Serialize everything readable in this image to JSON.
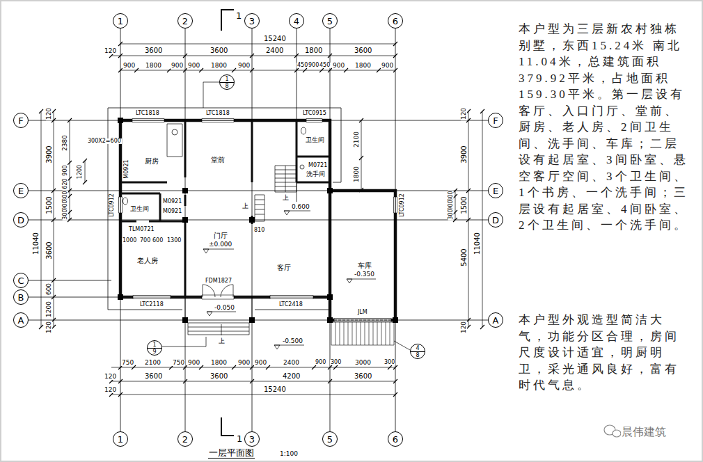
{
  "diagram": {
    "title": "一层平面图",
    "nodes": [
      {
        "text": [
          "1"
        ]
      },
      {
        "text": [
          "2"
        ]
      },
      {
        "text": [
          "3"
        ]
      },
      {
        "text": [
          "4"
        ]
      },
      {
        "text": [
          "5"
        ]
      },
      {
        "text": [
          "6"
        ]
      },
      {
        "text": [
          "1",
          "8"
        ]
      },
      {
        "text": [
          "厨房"
        ]
      },
      {
        "text": [
          "堂前"
        ]
      },
      {
        "text": [
          "卫生间"
        ]
      },
      {
        "text": [
          "洗手间"
        ]
      },
      {
        "text": [
          "卫生间"
        ]
      },
      {
        "text": [
          "老人房"
        ]
      },
      {
        "text": [
          "门厅",
          "±0.000"
        ]
      },
      {
        "text": [
          "客厅"
        ]
      },
      {
        "text": [
          "车库",
          "-0.350"
        ]
      },
      {
        "text": [
          "F"
        ]
      },
      {
        "text": [
          "E"
        ]
      },
      {
        "text": [
          "D"
        ]
      },
      {
        "text": [
          "C"
        ]
      },
      {
        "text": [
          "B"
        ]
      },
      {
        "text": [
          "A"
        ]
      },
      {
        "text": [
          "F"
        ]
      },
      {
        "text": [
          "E"
        ]
      },
      {
        "text": [
          "D"
        ]
      },
      {
        "text": [
          "A"
        ]
      },
      {
        "text": [
          "1",
          "9"
        ]
      },
      {
        "text": [
          "4",
          "8"
        ]
      },
      {
        "text": [
          "1"
        ]
      },
      {
        "text": [
          "2"
        ]
      },
      {
        "text": [
          "3"
        ]
      },
      {
        "text": [
          "5"
        ]
      },
      {
        "text": [
          "6"
        ]
      }
    ],
    "edges": [
      {
        "from": 0,
        "to": 28,
        "arrow": "none"
      },
      {
        "from": 1,
        "to": 29,
        "arrow": "none"
      },
      {
        "from": 2,
        "to": 30,
        "arrow": "none"
      },
      {
        "from": 4,
        "to": 31,
        "arrow": "none"
      },
      {
        "from": 5,
        "to": 32,
        "arrow": "none"
      },
      {
        "from": 16,
        "to": 22,
        "arrow": "none"
      },
      {
        "from": 17,
        "to": 23,
        "arrow": "none"
      },
      {
        "from": 18,
        "to": 24,
        "arrow": "none"
      },
      {
        "from": 21,
        "to": 25,
        "arrow": "none"
      }
    ],
    "labels": [
      "15240",
      "120",
      "3600",
      "3600",
      "2400",
      "1800",
      "3600",
      "900",
      "1800",
      "900",
      "900",
      "1800",
      "900",
      "450",
      "900",
      "450",
      "900",
      "1800",
      "900",
      "750",
      "2100",
      "750",
      "900",
      "1800",
      "900",
      "900",
      "2400",
      "900",
      "300",
      "3000",
      "300",
      "120",
      "3600",
      "3600",
      "4200",
      "3600",
      "120",
      "15240",
      "120",
      "3900",
      "1500",
      "3600",
      "600",
      "1200",
      "120",
      "11040",
      "2380",
      "900",
      "620",
      "300",
      "900",
      "300",
      "1200",
      "120",
      "3900",
      "1500",
      "5400",
      "120",
      "11040",
      "300",
      "900",
      "300",
      "2100",
      "1800",
      "LTC1818",
      "LTC1818",
      "LTC0915",
      "300X2=600",
      "M0921",
      "M0921",
      "M0921",
      "LTC0912",
      "TLM0721",
      "1000",
      "700",
      "600",
      "1300",
      "M0721",
      "LTC0912",
      "810",
      "0.600",
      "上",
      "上",
      "FDM1827",
      "LTC2118",
      "LTC2418",
      "JLM",
      "-0.050",
      "上",
      "-0.500",
      "1",
      "1",
      "1:100",
      "本户型为三层新农村独栋别墅，东西15.24米 南北11.04米，总建筑面积379.92平米，占地面积159.30平米。第一层设有客厅、入口门厅、堂前、厨房、老人房、2间卫生间、洗手间、车库；二层设有起居室、3间卧室、悬空客厅空间、3个卫生间、1个书房、一个洗手间；三层设有起居室、4间卧室、2个卫生间、一个洗手间。",
      "本户型外观造型简洁大气，功能分区合理，房间尺度设计适宜，明厨明卫，采光通风良好，富有时代气息。",
      "晨伟建筑"
    ]
  }
}
